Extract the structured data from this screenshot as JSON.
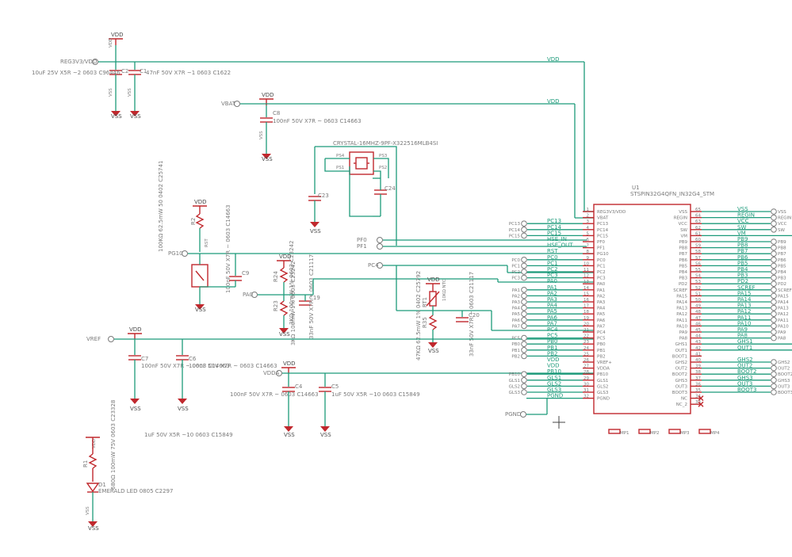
{
  "chip": {
    "ref": "U1",
    "name": "STSPIN32G4QFN_IN32G4_STM",
    "left_pins": [
      {
        "num": "1",
        "name": "REG3V3/VDD"
      },
      {
        "num": "2",
        "name": "VBAT"
      },
      {
        "num": "3",
        "name": "PC13"
      },
      {
        "num": "4",
        "name": "PC14"
      },
      {
        "num": "5",
        "name": "PC15"
      },
      {
        "num": "6",
        "name": "PF0"
      },
      {
        "num": "7",
        "name": "PF1"
      },
      {
        "num": "8",
        "name": "PG10"
      },
      {
        "num": "9",
        "name": "PC0"
      },
      {
        "num": "10",
        "name": "PC1"
      },
      {
        "num": "11",
        "name": "PC2"
      },
      {
        "num": "12",
        "name": "PC3"
      },
      {
        "num": "13",
        "name": "PA0"
      },
      {
        "num": "14",
        "name": "PA1"
      },
      {
        "num": "15",
        "name": "PA2"
      },
      {
        "num": "16",
        "name": "PA3"
      },
      {
        "num": "17",
        "name": "PA4"
      },
      {
        "num": "18",
        "name": "PA5"
      },
      {
        "num": "19",
        "name": "PA6"
      },
      {
        "num": "20",
        "name": "PA7"
      },
      {
        "num": "21",
        "name": "PC4"
      },
      {
        "num": "22",
        "name": "PC5"
      },
      {
        "num": "23",
        "name": "PB0"
      },
      {
        "num": "24",
        "name": "PB1"
      },
      {
        "num": "25",
        "name": "PB2"
      },
      {
        "num": "26",
        "name": "VREF+"
      },
      {
        "num": "27",
        "name": "VDDA"
      },
      {
        "num": "28",
        "name": "PB10"
      },
      {
        "num": "29",
        "name": "GLS1"
      },
      {
        "num": "30",
        "name": "GLS2"
      },
      {
        "num": "31",
        "name": "GLS3"
      },
      {
        "num": "32",
        "name": "PGND"
      }
    ],
    "right_pins": [
      {
        "num": "65",
        "name": "VSS"
      },
      {
        "num": "64",
        "name": "REGIN"
      },
      {
        "num": "63",
        "name": "VCC"
      },
      {
        "num": "62",
        "name": "SW"
      },
      {
        "num": "61",
        "name": "VM"
      },
      {
        "num": "60",
        "name": "PB9"
      },
      {
        "num": "59",
        "name": "PB8"
      },
      {
        "num": "58",
        "name": "PB7"
      },
      {
        "num": "57",
        "name": "PB6"
      },
      {
        "num": "56",
        "name": "PB5"
      },
      {
        "num": "55",
        "name": "PB4"
      },
      {
        "num": "54",
        "name": "PB3"
      },
      {
        "num": "53",
        "name": "PD2"
      },
      {
        "num": "52",
        "name": "SCREF"
      },
      {
        "num": "51",
        "name": "PA15"
      },
      {
        "num": "50",
        "name": "PA14"
      },
      {
        "num": "49",
        "name": "PA13"
      },
      {
        "num": "48",
        "name": "PA12"
      },
      {
        "num": "47",
        "name": "PA11"
      },
      {
        "num": "46",
        "name": "PA10"
      },
      {
        "num": "45",
        "name": "PA9"
      },
      {
        "num": "44",
        "name": "PA8"
      },
      {
        "num": "43",
        "name": "GHS1"
      },
      {
        "num": "42",
        "name": "OUT1"
      },
      {
        "num": "41",
        "name": "BOOT1"
      },
      {
        "num": "40",
        "name": "GHS2"
      },
      {
        "num": "39",
        "name": "OUT2"
      },
      {
        "num": "38",
        "name": "BOOT2"
      },
      {
        "num": "37",
        "name": "GHS3"
      },
      {
        "num": "36",
        "name": "OUT3"
      },
      {
        "num": "35",
        "name": "BOOT3"
      },
      {
        "num": "34",
        "name": "NC"
      },
      {
        "num": "33",
        "name": "NC_2"
      }
    ],
    "left_nets": [
      "",
      "",
      "PC13",
      "PC14",
      "PC15",
      "HSE_IN",
      "HSE_OUT",
      "RST",
      "PC0",
      "PC1",
      "PC2",
      "PC3",
      "PA0",
      "PA1",
      "PA2",
      "PA3",
      "PA4",
      "PA5",
      "PA6",
      "PA7",
      "PC4",
      "PC5",
      "PB0",
      "PB1",
      "PB2",
      "VDD",
      "VDD",
      "PB10",
      "GLS1",
      "GLS2",
      "GLS3",
      "PGND"
    ],
    "left_ports": [
      "",
      "",
      "PC13",
      "PC14",
      "PC15",
      "",
      "",
      "",
      "PC0",
      "PC1",
      "PC2",
      "PC3",
      "",
      "PA1",
      "PA2",
      "PA3",
      "PA4",
      "PA5",
      "PA6",
      "PA7",
      "",
      "PC5",
      "PB0",
      "PB1",
      "PB2",
      "",
      "",
      "PB10",
      "GLS1",
      "GLS2",
      "GLS3",
      ""
    ],
    "right_nets": [
      "VSS",
      "REGIN",
      "VCC",
      "SW",
      "VM",
      "PB9",
      "PB8",
      "PB7",
      "PB6",
      "PB5",
      "PB4",
      "PB3",
      "PD2",
      "SCREF",
      "PA15",
      "PA14",
      "PA13",
      "PA12",
      "PA11",
      "PA10",
      "PA9",
      "PA8",
      "GHS1",
      "OUT1",
      "",
      "GHS2",
      "OUT2",
      "BOOT2",
      "GHS3",
      "OUT3",
      "BOOT3",
      "",
      ""
    ],
    "right_ports": [
      "VSS",
      "REGIN",
      "VCC",
      "SW",
      "",
      "PB9",
      "PB8",
      "PB7",
      "PB6",
      "PB5",
      "PB4",
      "PB3",
      "PD2",
      "SCREF",
      "PA15",
      "PA14",
      "PA13",
      "PA12",
      "PA11",
      "PA10",
      "PA9",
      "PA8",
      "",
      "",
      "",
      "GHS2",
      "OUT2",
      "BOOT2",
      "GHS3",
      "OUT3",
      "BOOT3",
      "",
      ""
    ]
  },
  "ports": {
    "reg": "REG3V3/VDD",
    "vbat": "VBAT",
    "pg10": "PG10",
    "pa0": "PA0",
    "vref": "VREF",
    "vdda": "VDDA",
    "pc4": "PC4",
    "pf0": "PF0",
    "pf1": "PF1",
    "pgnd": "PGND"
  },
  "wire_nets": {
    "vdd_top1": "VDD",
    "vdd_top2": "VDD"
  },
  "power": {
    "vdd": "VDD",
    "vss": "VSS"
  },
  "components": {
    "c2": {
      "ref": "C2",
      "value": "10uF 25V X5R ~2 0603 C96446"
    },
    "c1": {
      "ref": "C1",
      "value": "47nF 50V X7R ~1 0603 C1622"
    },
    "c8_top": {
      "ref": "C8",
      "value": "100nF 50V X7R ~ 0603 C14663"
    },
    "crystal": {
      "ref": "CRYSTAL-16MHZ-9PF-X322516MLB4SI",
      "pins": [
        "PS4",
        "PS3",
        "PS1",
        "PS2"
      ]
    },
    "c23": {
      "ref": "C23"
    },
    "c24": {
      "ref": "C24"
    },
    "r2": {
      "ref": "R2",
      "value": "100KΩ 62.5mW 50 0402 C25741"
    },
    "rst_sw": {
      "ref": "RST"
    },
    "c9": {
      "ref": "C9",
      "value": "100nF 50V X7R ~ 0603 C14663"
    },
    "r24": {
      "ref": "R24",
      "value": "3KΩ 100mW 1% 0603 C23242"
    },
    "r23": {
      "ref": "R23",
      "value": "3KΩ 100mW 1% 0603 C23242"
    },
    "c19": {
      "ref": "C19",
      "value": "33nF 50V X7R ~ 0603 C21117"
    },
    "rt1": {
      "ref": "RT1",
      "value": "10KΩ NTC"
    },
    "r35": {
      "ref": "R35",
      "value": "47KΩ 62.5mW 1% 0402 C25792"
    },
    "c20": {
      "ref": "C20",
      "value": "33nF 50V X7R ~ 0603 C21117"
    },
    "c7": {
      "ref": "C7",
      "value": "100nF 50V X7R ~ 0603 C14663"
    },
    "c6": {
      "ref": "C6",
      "value": "100nF 50V X7R ~ 0603 C14663"
    },
    "c6_bottom": "1uF 50V X5R ~10 0603 C15849",
    "c4": {
      "ref": "C4",
      "value": "100nF 50V X7R ~ 0603 C14663"
    },
    "c5": {
      "ref": "C5",
      "value": "1uF 50V X5R ~10 0603 C15849"
    },
    "r1": {
      "ref": "R1",
      "value": "680Ω 100mW 75V 0603 C23328"
    },
    "d1": {
      "ref": "D1",
      "value": "EMERALD LED 0805 C2297"
    },
    "mp": [
      "MP1",
      "MP2",
      "MP3",
      "MP4"
    ]
  }
}
